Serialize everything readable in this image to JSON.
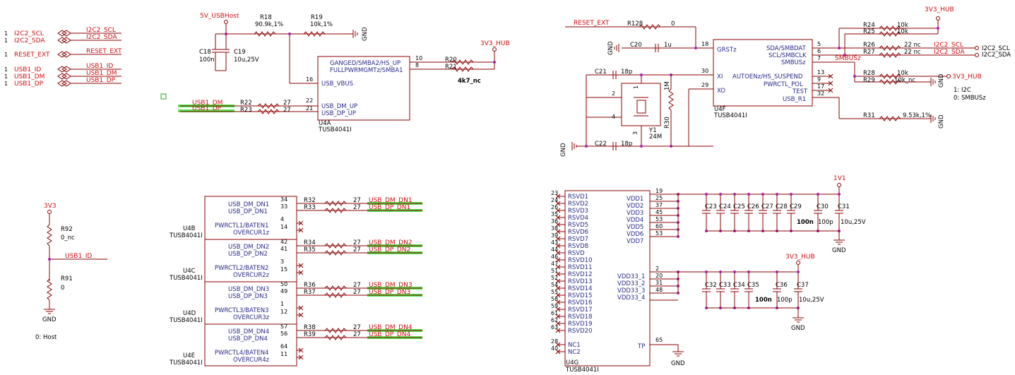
{
  "colors": {
    "wire": "#8b0000",
    "net": "#cc1111",
    "pin": "#2a2a8a",
    "junction": "#aa22aa",
    "highlight": "#33dd33"
  },
  "offpage": {
    "rows": [
      {
        "num": "1",
        "name": "I2C2_SCL",
        "net": "I2C2_SCL"
      },
      {
        "num": "1",
        "name": "I2C2_SDA",
        "net": "I2C2_SDA"
      },
      {
        "num": "1",
        "name": "RESET_EXT",
        "net": "RESET_EXT"
      },
      {
        "num": "1",
        "name": "USB1_ID",
        "net": "USB1_ID"
      },
      {
        "num": "1",
        "name": "USB1_DM",
        "net": "USB1_DM"
      },
      {
        "num": "1",
        "name": "USB1_DP",
        "net": "USB1_DP"
      }
    ]
  },
  "u4a": {
    "ref": "U4A",
    "part": "TUSB4041I",
    "pins": [
      "GANGED/SMBA2/HS_UP",
      "FULLPWRMGMTz/SMBA1",
      "USB_VBUS",
      "USB_DM_UP",
      "USB_DP_UP"
    ],
    "pin_nums": [
      "10",
      "8",
      "16",
      "22",
      "21"
    ],
    "power": "5V_USBHost",
    "r18": "R18",
    "r18_val": "90.9k,1%",
    "r19": "R19",
    "r19_val": "10k,1%",
    "c18": "C18",
    "c18_val": "100n",
    "c19": "C19",
    "c19_val": "10u,25V",
    "gnd": "GND",
    "r20": "R20",
    "r21": "R21",
    "r2021_val": "4k7_nc",
    "hub": "3V3_HUB",
    "r22": "R22",
    "r23": "R23",
    "r22_val": "27",
    "r23_val": "27",
    "dm": "USB1_DM",
    "dp": "USB1_DP"
  },
  "u4f": {
    "ref": "U4F",
    "part": "TUSB4041I",
    "left_pins": [
      "GRSTz",
      "XI",
      "XO"
    ],
    "left_nums": [
      "18",
      "30",
      "29"
    ],
    "right_pins": [
      "SDA/SMBDAT",
      "SCL/SMBCLK",
      "SMBUSz",
      "AUTOENz/HS_SUSPEND",
      "PWRCTL_POL",
      "TEST",
      "USB_R1"
    ],
    "right_nums": [
      "5",
      "6",
      "7",
      "13",
      "9",
      "17",
      "32"
    ],
    "reset": "RESET_EXT",
    "r128": "R128",
    "r128_val": "0",
    "c20": "C20",
    "c20_val": "1u",
    "c21": "C21",
    "c21_val": "18p",
    "c22": "C22",
    "c22_val": "18p",
    "y1": "Y1",
    "y1_val": "24M",
    "r30": "R30",
    "r30_val": "1M",
    "gnd": "GND",
    "hub": "3V3_HUB",
    "r24": "R24",
    "r24_val": "10k",
    "r25": "R25",
    "r25_val": "10k",
    "r26": "R26",
    "r26_val": "22 nc",
    "r27": "R27",
    "r27_val": "22 nc",
    "scl": "I2C2_SCL",
    "sda": "I2C2_SDA",
    "smbusz": "SMBUSz",
    "r28": "R28",
    "r28_val": "10k",
    "r29": "R29",
    "r29_val": "10k_nc",
    "r31": "R31",
    "r31_val": "9.53k,1%",
    "note1": "1: I2C",
    "note0": "0: SMBUSz",
    "xtal_pins": [
      "1",
      "2",
      "3",
      "4"
    ]
  },
  "id_block": {
    "power": "3V3",
    "r92": "R92",
    "r92_val": "0_nc",
    "r91": "R91",
    "r91_val": "0",
    "net": "USB1_ID",
    "gnd": "GND",
    "note": "0: Host"
  },
  "downstream": [
    {
      "ref": "U4B",
      "part": "TUSB4041I",
      "dm": "USB_DM_DN1",
      "dp": "USB_DP_DN1",
      "dm_n": "34",
      "dp_n": "33",
      "pw": "PWRCTL1/BATEN1",
      "oc": "OVERCUR1z",
      "pw_n": "4",
      "oc_n": "14",
      "ra": "R32",
      "rb": "R33",
      "rv": "27"
    },
    {
      "ref": "U4C",
      "part": "TUSB4041I",
      "dm": "USB_DM_DN2",
      "dp": "USB_DP_DN2",
      "dm_n": "42",
      "dp_n": "41",
      "pw": "PWRCTL2/BATEN2",
      "oc": "OVERCUR2z",
      "pw_n": "3",
      "oc_n": "15",
      "ra": "R34",
      "rb": "R35",
      "rv": "27"
    },
    {
      "ref": "U4D",
      "part": "TUSB4041I",
      "dm": "USB_DM_DN3",
      "dp": "USB_DP_DN3",
      "dm_n": "50",
      "dp_n": "49",
      "pw": "PWRCTL3/BATEN3",
      "oc": "OVERCUR3z",
      "pw_n": "1",
      "oc_n": "12",
      "ra": "R36",
      "rb": "R37",
      "rv": "27"
    },
    {
      "ref": "U4E",
      "part": "TUSB4041I",
      "dm": "USB_DM_DN4",
      "dp": "USB_DP_DN4",
      "dm_n": "57",
      "dp_n": "56",
      "pw": "PWRCTL4/BATEN4",
      "oc": "OVERCUR4z",
      "pw_n": "64",
      "oc_n": "11",
      "ra": "R38",
      "rb": "R39",
      "rv": "27"
    }
  ],
  "u4g": {
    "ref": "U4G",
    "part": "TUSB4041I",
    "rsvd": [
      {
        "n": "23",
        "l": "RSVD1"
      },
      {
        "n": "24",
        "l": "RSVD2"
      },
      {
        "n": "26",
        "l": "RSVD3"
      },
      {
        "n": "35",
        "l": "RSVD4"
      },
      {
        "n": "36",
        "l": "RSVD5"
      },
      {
        "n": "38",
        "l": "RSVD6"
      },
      {
        "n": "39",
        "l": "RSVD7"
      },
      {
        "n": "43",
        "l": "RSVD8"
      },
      {
        "n": "44",
        "l": "RSVD"
      },
      {
        "n": "46",
        "l": "RSVD10"
      },
      {
        "n": "47",
        "l": "RSVD11"
      },
      {
        "n": "51",
        "l": "RSVD12"
      },
      {
        "n": "52",
        "l": "RSVD13"
      },
      {
        "n": "54",
        "l": "RSVD14"
      },
      {
        "n": "55",
        "l": "RSVD15"
      },
      {
        "n": "58",
        "l": "RSVD16"
      },
      {
        "n": "59",
        "l": "RSVD17"
      },
      {
        "n": "61",
        "l": "RSVD18"
      },
      {
        "n": "62",
        "l": "RSVD19"
      },
      {
        "n": "63",
        "l": "RSVD20"
      }
    ],
    "nc": [
      {
        "n": "28",
        "l": "NC1"
      },
      {
        "n": "40",
        "l": "NC2"
      }
    ],
    "vdd": [
      {
        "n": "19",
        "l": "VDD1"
      },
      {
        "n": "25",
        "l": "VDD2"
      },
      {
        "n": "37",
        "l": "VDD3"
      },
      {
        "n": "45",
        "l": "VDD4"
      },
      {
        "n": "53",
        "l": "VDD5"
      },
      {
        "n": "60",
        "l": "VDD6"
      },
      {
        "n": "53",
        "l": "VDD7"
      }
    ],
    "vdd33": [
      {
        "n": "2",
        "l": ""
      },
      {
        "n": "20",
        "l": "VDD33_1"
      },
      {
        "n": "31",
        "l": "VDD33_2"
      },
      {
        "n": "48",
        "l": "VDD33_3"
      },
      {
        "n": "",
        "l": "VDD33_4"
      }
    ],
    "tp": "TP",
    "tp_n": "65",
    "gnd": "GND",
    "rail1": "1V1",
    "rail2": "3V3_HUB",
    "caps1": [
      "C23",
      "C24",
      "C25",
      "C26",
      "C27",
      "C28",
      "C29",
      "C30",
      "C31"
    ],
    "caps1_vals": [
      "100n",
      "100p",
      "10u,25V"
    ],
    "caps2": [
      "C32",
      "C33",
      "C34",
      "C35",
      "C36",
      "C37"
    ],
    "caps2_vals": [
      "100n",
      "100p",
      "10u,25V"
    ]
  }
}
